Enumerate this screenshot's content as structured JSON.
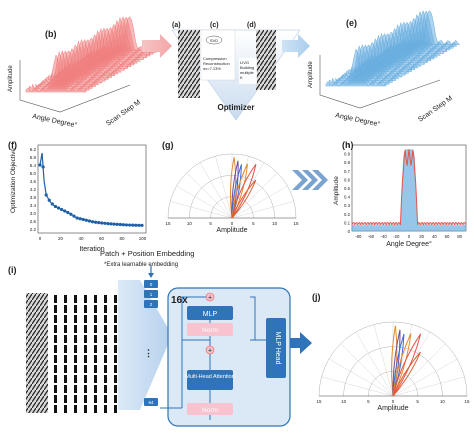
{
  "panels": {
    "b": {
      "tag": "(b)",
      "zlabel": "Amplitude",
      "xlabel": "Angle Degree°",
      "ylabel": "Scan Step M",
      "color": "#f08080"
    },
    "a": {
      "tag": "(a)"
    },
    "c": {
      "tag": "(c)",
      "svd": "SVD",
      "lines": [
        "Compression",
        "Reconstruction",
        "σε=7.13%"
      ]
    },
    "d": {
      "tag": "(d)",
      "lines": [
        "LIVG",
        "Building",
        "multiple",
        "K"
      ]
    },
    "e": {
      "tag": "(e)",
      "zlabel": "Amplitude",
      "xlabel": "Angle Degree°",
      "ylabel": "Scan Step M",
      "color": "#6aaee0"
    },
    "optimizer": {
      "label": "Optimizer"
    },
    "f": {
      "tag": "(f)",
      "ylabel": "Optimization Objective",
      "xlabel": "Iteration",
      "yticks": [
        "6.2",
        "5.8",
        "5.4",
        "5.0",
        "4.6",
        "4.2",
        "3.8",
        "3.4",
        "3.0",
        "2.6",
        "2.2"
      ],
      "xticks": [
        "0",
        "20",
        "40",
        "60",
        "80",
        "100"
      ]
    },
    "g": {
      "tag": "(g)",
      "xlabel": "Amplitude",
      "ticks": [
        "15",
        "10",
        "5",
        "0",
        "5",
        "10",
        "15"
      ]
    },
    "h": {
      "tag": "(h)",
      "ylabel": "Amplitude",
      "xlabel": "Angle Degree°",
      "yticks": [
        "1",
        "0.9",
        "0.8",
        "0.7",
        "0.6",
        "0.5",
        "0.4",
        "0.3",
        "0.2",
        "0.1",
        "0"
      ],
      "xticks": [
        "-80",
        "-60",
        "-40",
        "-20",
        "0",
        "20",
        "40",
        "60",
        "80"
      ]
    },
    "i": {
      "tag": "(i)",
      "title": "Patch + Position Embedding",
      "subtitle": "*Extra learnable embedding",
      "repeat": "16x",
      "mlp": "MLP",
      "norm": "Norm",
      "attention": "Multi-Head Attention",
      "head": "MLP Head",
      "token_labels": [
        "0",
        "1",
        "2",
        "...",
        "64"
      ],
      "plus": "+"
    },
    "j": {
      "tag": "(j)",
      "xlabel": "Amplitude",
      "ticks": [
        "15",
        "10",
        "5",
        "0",
        "5",
        "10",
        "15"
      ]
    }
  },
  "colors": {
    "blue": "#2f73b8",
    "light_blue": "#dbe9f7",
    "pink": "#f9c2cf",
    "red": "#e8524a",
    "orange": "#e68a2e",
    "purple": "#6b4a9e"
  }
}
